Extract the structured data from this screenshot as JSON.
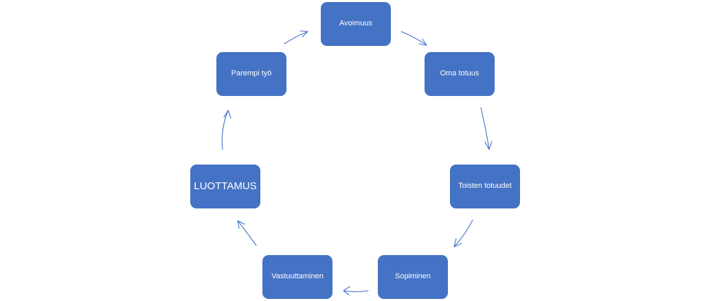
{
  "diagram": {
    "nodes": [
      {
        "id": "avoimuus",
        "label": "Avoimuus"
      },
      {
        "id": "oma_totuus",
        "label": "Oma totuus"
      },
      {
        "id": "toisten_totuudet",
        "label": "Toisten totuudet"
      },
      {
        "id": "sopiminen",
        "label": "Sopiminen"
      },
      {
        "id": "vastuuttaminen",
        "label": "Vastuuttaminen"
      },
      {
        "id": "luottamus",
        "label": "LUOTTAMUS"
      },
      {
        "id": "parempi_tyo",
        "label": "Parempi työ"
      }
    ],
    "edges": [
      {
        "from": "avoimuus",
        "to": "oma_totuus"
      },
      {
        "from": "oma_totuus",
        "to": "toisten_totuudet"
      },
      {
        "from": "toisten_totuudet",
        "to": "sopiminen"
      },
      {
        "from": "sopiminen",
        "to": "vastuuttaminen"
      },
      {
        "from": "vastuuttaminen",
        "to": "luottamus"
      },
      {
        "from": "luottamus",
        "to": "parempi_tyo"
      },
      {
        "from": "parempi_tyo",
        "to": "avoimuus"
      }
    ],
    "colors": {
      "node_fill": "#4472c4",
      "node_text": "#ffffff",
      "arrow": "#4472c4",
      "background": "#ffffff"
    }
  }
}
